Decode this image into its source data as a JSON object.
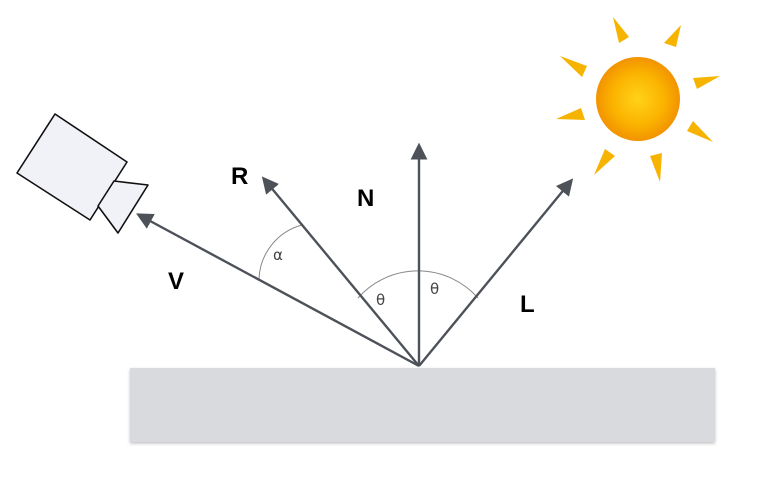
{
  "diagram": {
    "labels": {
      "view": "V",
      "reflect": "R",
      "normal": "N",
      "light": "L",
      "alpha": "α",
      "theta_left": "θ",
      "theta_right": "θ"
    },
    "colors": {
      "vector": "#4d5259",
      "arc": "#888888",
      "surface": "#d9dadd",
      "surface_edge": "#b4b6ba",
      "camera_fill": "#f1f2f8",
      "sun_core": "#f7a800",
      "sun_ray": "#f6b400"
    },
    "icons": [
      "camera-icon",
      "sun-icon"
    ]
  }
}
